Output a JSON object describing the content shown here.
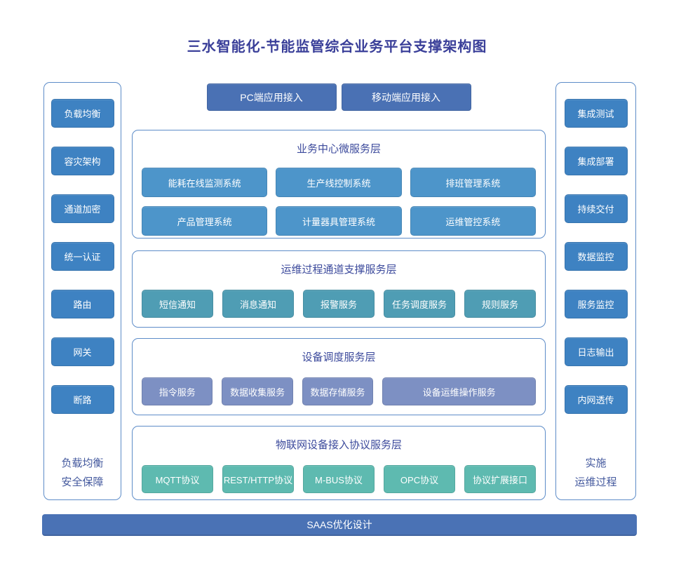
{
  "title": "三水智能化-节能监管综合业务平台支撑架构图",
  "colors": {
    "title_text": "#3a3f99",
    "section_title_text": "#3c4a9c",
    "footer_text": "#44599e",
    "frame_border": "#5d8cc8",
    "sidebar_btn": "#3e82c2",
    "access_btn": "#4a71b4",
    "biz_btn": "#4d95ca",
    "channel_btn": "#4f9db4",
    "device_btn": "#7d90c3",
    "protocol_btn": "#5ebab0",
    "saas_bar": "#4a72b5"
  },
  "top_buttons": [
    "PC端应用接入",
    "移动端应用接入"
  ],
  "left_sidebar": {
    "items": [
      "负载均衡",
      "容灾架构",
      "通道加密",
      "统一认证",
      "路由",
      "网关",
      "断路"
    ],
    "footer_lines": [
      "负载均衡",
      "安全保障"
    ]
  },
  "right_sidebar": {
    "items": [
      "集成测试",
      "集成部署",
      "持续交付",
      "数据监控",
      "服务监控",
      "日志输出",
      "内网透传"
    ],
    "footer_lines": [
      "实施",
      "运维过程"
    ]
  },
  "sections": [
    {
      "title": "业务中心微服务层",
      "items": [
        "能耗在线监测系统",
        "生产线控制系统",
        "排班管理系统",
        "产品管理系统",
        "计量器具管理系统",
        "运维管控系统"
      ]
    },
    {
      "title": "运维过程通道支撑服务层",
      "items": [
        "短信通知",
        "消息通知",
        "报警服务",
        "任务调度服务",
        "规则服务"
      ]
    },
    {
      "title": "设备调度服务层",
      "items": [
        "指令服务",
        "数据收集服务",
        "数据存储服务",
        "设备运维操作服务"
      ]
    },
    {
      "title": "物联网设备接入协议服务层",
      "items": [
        "MQTT协议",
        "REST/HTTP协议",
        "M-BUS协议",
        "OPC协议",
        "协议扩展接口"
      ]
    }
  ],
  "bottom_bar_label": "SAAS优化设计"
}
